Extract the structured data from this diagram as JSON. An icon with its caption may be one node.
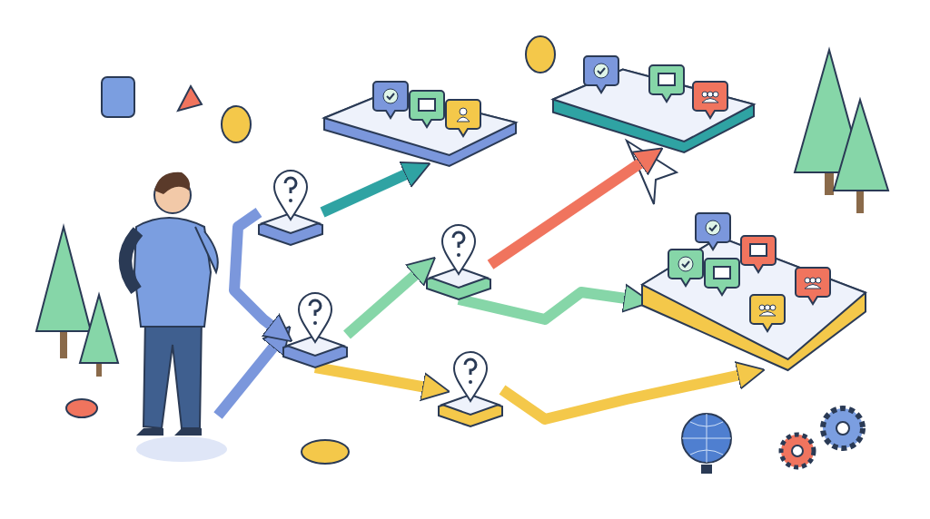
{
  "diagram": {
    "nodes": [
      {
        "text": [],
        "shape": "box"
      },
      {
        "text": [],
        "shape": "box"
      },
      {
        "text": [],
        "shape": "box"
      },
      {
        "text": [],
        "shape": "box"
      },
      {
        "text": [],
        "shape": "box"
      },
      {
        "text": [],
        "shape": "box"
      },
      {
        "text": [],
        "shape": "box"
      }
    ],
    "edges": [
      {
        "from": null,
        "to": 1,
        "arrow": "to",
        "color": "#7b97dc"
      },
      {
        "from": 0,
        "to": 1,
        "arrow": "to",
        "color": "#7b97dc"
      },
      {
        "from": 0,
        "to": 4,
        "arrow": "to",
        "color": "#2fa3a3"
      },
      {
        "from": 1,
        "to": 2,
        "arrow": "to",
        "color": "#86d6a8"
      },
      {
        "from": 1,
        "to": 3,
        "arrow": "to",
        "color": "#f4c84a"
      },
      {
        "from": 2,
        "to": 5,
        "arrow": "to",
        "color": "#f0745e"
      },
      {
        "from": 2,
        "to": 6,
        "arrow": "to",
        "color": "#86d6a8"
      },
      {
        "from": 3,
        "to": 6,
        "arrow": "to",
        "color": "#f4c84a"
      }
    ]
  }
}
